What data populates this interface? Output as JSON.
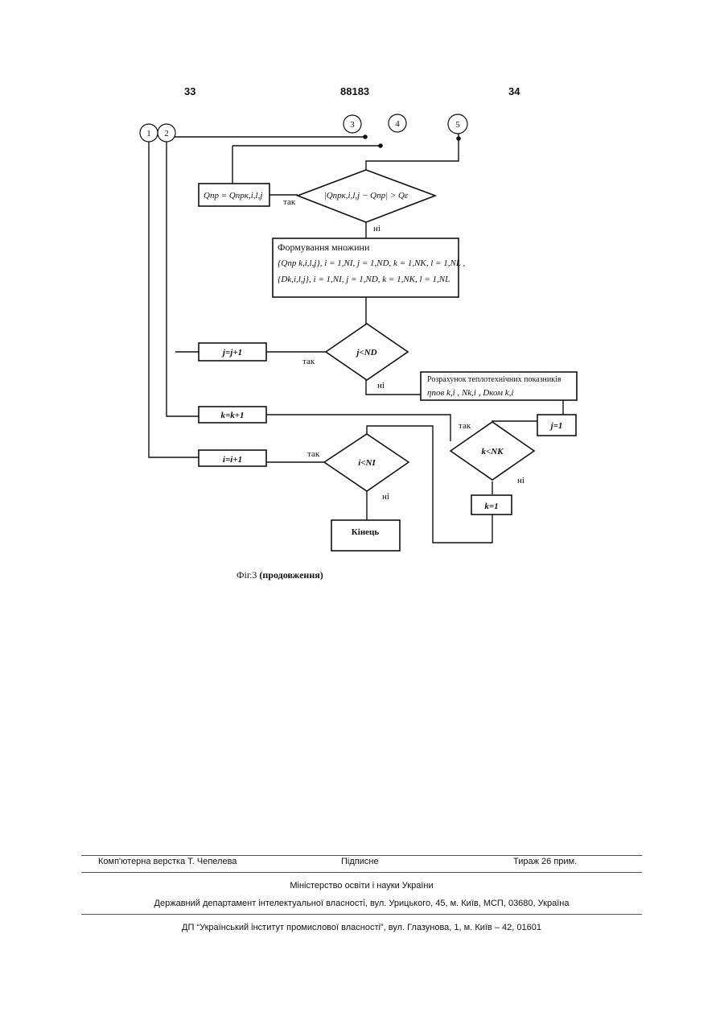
{
  "header": {
    "page_left": "33",
    "patent_number": "88183",
    "page_right": "34"
  },
  "connectors": {
    "c1": "1",
    "c2": "2",
    "c3": "3",
    "c4": "4",
    "c5": "5"
  },
  "flowchart": {
    "assign_qpr": "Qпр = Qпрк,і,l,j",
    "condition_q": "|Qпрк,і,l,j − Qпр| > Qε",
    "yes": "так",
    "no": "ні",
    "forming_title": "Формування множини",
    "set_q": "{Qпр k,і,l,j}, і = 1,NI, j = 1,ND, k = 1,NK, l = 1,NL ,",
    "set_d": "{Dk,і,l,j}, і = 1,NI, j = 1,ND, k = 1,NK, l = 1,NL",
    "j_inc": "j=j+1",
    "cond_j": "j<ND",
    "calc_title": "Розрахунок теплотехнічних показників",
    "calc_vars": "ηпов k,і , Nk,і , Dком k,і",
    "k_inc": "k=k+1",
    "j_reset": "j=1",
    "cond_k": "k<NK",
    "i_inc": "i=i+1",
    "cond_i": "i<NI",
    "k_reset": "k=1",
    "end": "Кінець"
  },
  "caption": {
    "fig": "Фіг.3",
    "note": "(продовження)"
  },
  "footer": {
    "layout": "Комп'ютерна верстка Т. Чепелева",
    "signed": "Підписне",
    "circulation": "Тираж 26 прим.",
    "ministry": "Міністерство освіти і науки України",
    "department": "Державний департамент інтелектуальної власності, вул. Урицького, 45, м. Київ, МСП, 03680, Україна",
    "institute": "ДП “Український інститут промислової власності”, вул. Глазунова, 1, м. Київ – 42, 01601"
  }
}
